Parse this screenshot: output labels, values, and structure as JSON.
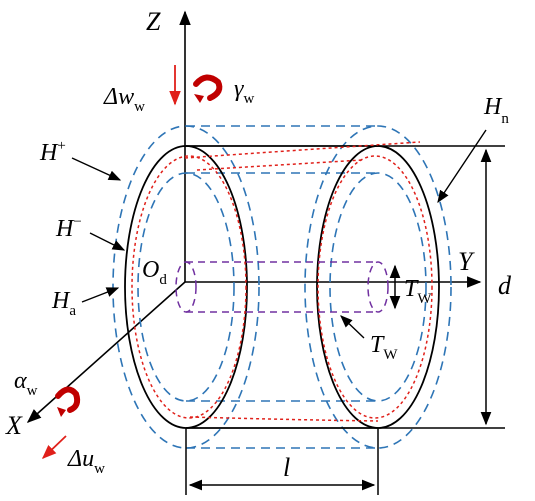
{
  "labels": {
    "z_axis": "Z",
    "y_axis": "Y",
    "x_axis": "X",
    "origin_main": "O",
    "origin_sub": "d",
    "dw_main": "Δw",
    "dw_sub": "w",
    "gamma_main": "γ",
    "gamma_sub": "w",
    "alpha_main": "α",
    "alpha_sub": "w",
    "du_main": "Δu",
    "du_sub": "w",
    "Hplus_main": "H",
    "Hplus_sup": "+",
    "Hminus_main": "H",
    "Hminus_sup": "−",
    "Ha_main": "H",
    "Ha_sub": "a",
    "Hn_main": "H",
    "Hn_sub": "n",
    "Tw_right_main": "T",
    "Tw_right_sub": "W",
    "Tw_bottom_main": "T",
    "Tw_bottom_sub": "W",
    "d_label": "d",
    "l_label": "l"
  },
  "colors": {
    "outline": "#000000",
    "dashed_blue": "#2e75b6",
    "dotted_red": "#e0201a",
    "shaft_purple": "#7030a0",
    "arrow_red": "#e0201a",
    "rotation_red": "#c00000"
  }
}
